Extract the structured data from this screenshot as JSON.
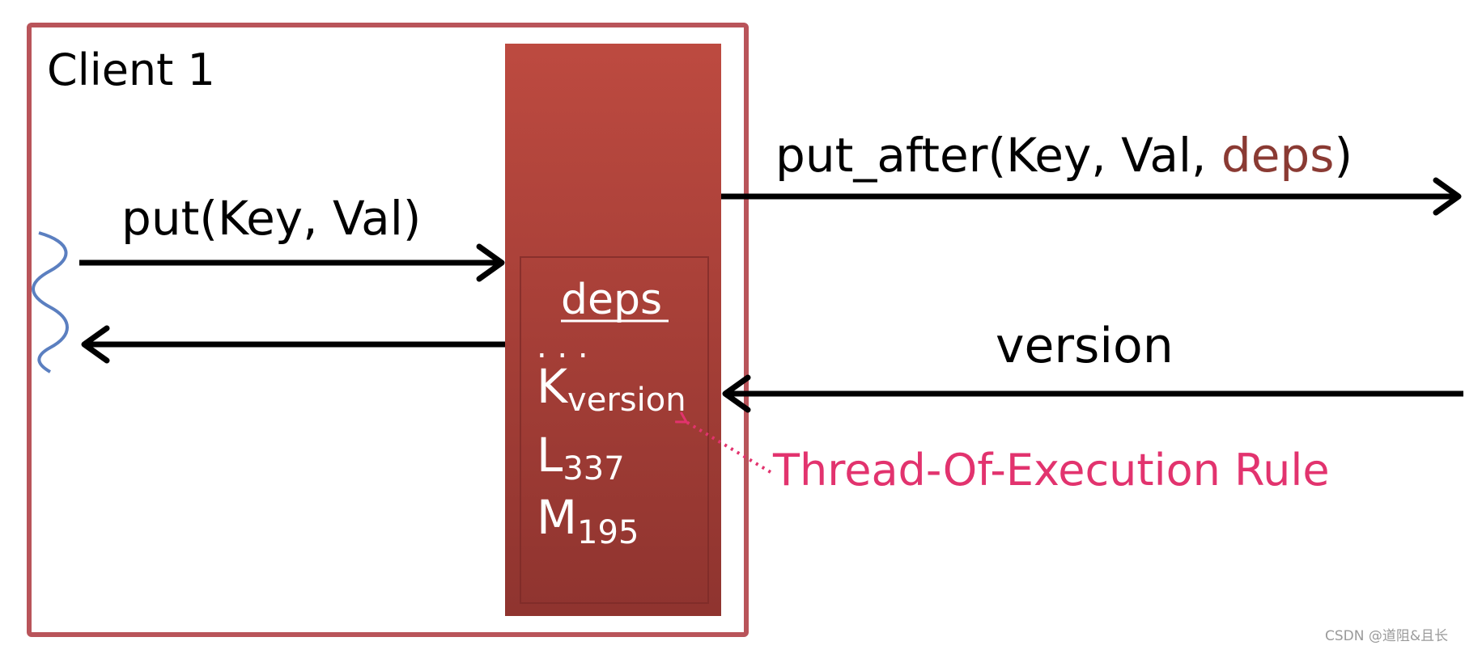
{
  "client": {
    "title": "Client 1"
  },
  "calls": {
    "put": "put(Key, Val)",
    "put_after_prefix": "put_after(Key, Val, ",
    "put_after_deps": "deps",
    "put_after_suffix": ")",
    "version": "version"
  },
  "deps_box": {
    "heading": "deps",
    "ellipsis": ". . .",
    "entries": [
      {
        "key": "K",
        "sub": "version"
      },
      {
        "key": "L",
        "sub": "337"
      },
      {
        "key": "M",
        "sub": "195"
      }
    ]
  },
  "rule": {
    "label": "Thread-Of-Execution Rule"
  },
  "watermark": "CSDN @道阻&且长",
  "colors": {
    "client_border": "#b9545a",
    "dep_bar_top": "#bd4a40",
    "dep_bar_bottom": "#8f342f",
    "deps_accent": "#8a3a33",
    "rule_pink": "#e2336e",
    "thread_blue": "#5b7fc0"
  }
}
